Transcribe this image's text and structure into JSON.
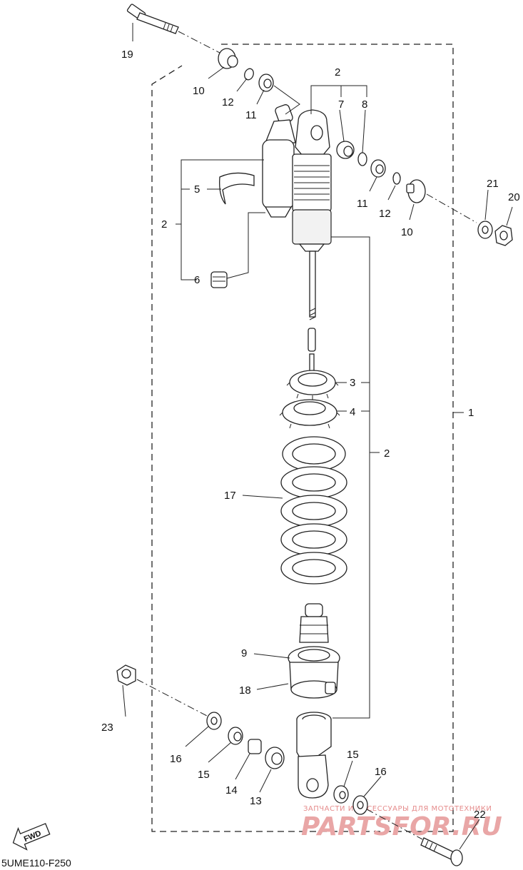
{
  "diagram_code": "5UME110-F250",
  "fwd_label": "FWD",
  "watermark": {
    "tagline": "ЗАПЧАСТИ И АКСЕССУАРЫ ДЛЯ МОТОТЕХНИКИ",
    "brand": "PARTSFOR.RU"
  },
  "callouts": {
    "c1": "1",
    "c2_top": "2",
    "c2_left": "2",
    "c2_right": "2",
    "c3": "3",
    "c4": "4",
    "c5": "5",
    "c6": "6",
    "c7": "7",
    "c8": "8",
    "c9": "9",
    "c10_top": "10",
    "c10_right": "10",
    "c11_top": "11",
    "c11_right": "11",
    "c12_top": "12",
    "c12_right": "12",
    "c13": "13",
    "c14": "14",
    "c15_left": "15",
    "c15_right": "15",
    "c16_left": "16",
    "c16_right": "16",
    "c17": "17",
    "c18": "18",
    "c19": "19",
    "c20": "20",
    "c21": "21",
    "c22": "22",
    "c23": "23"
  }
}
